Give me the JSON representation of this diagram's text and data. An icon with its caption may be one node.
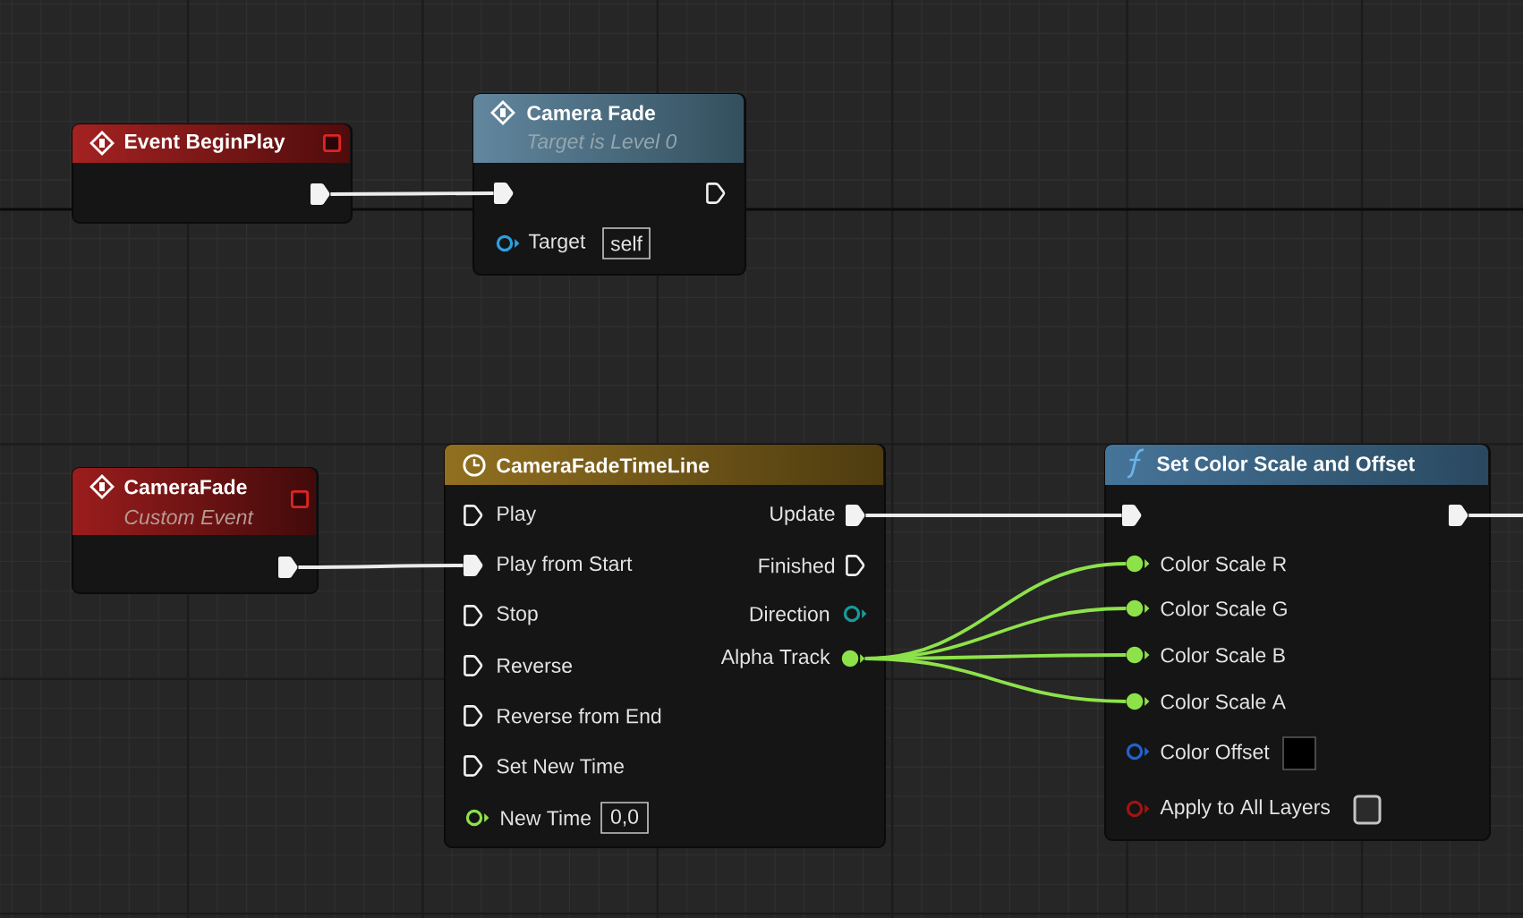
{
  "diagram": {
    "nodes": [
      {
        "text": [
          "Event BeginPlay"
        ]
      },
      {
        "text": [],
        "shape": "pentagon",
        "in": 0
      },
      {
        "text": [
          "Camera Fade",
          "Target is Level 0",
          "Target",
          "self"
        ]
      },
      {
        "text": [],
        "shape": "pentagon",
        "in": 2
      },
      {
        "text": [
          "CameraFade",
          "Custom Event"
        ]
      },
      {
        "text": [],
        "shape": "pentagon",
        "in": 4
      },
      {
        "text": [
          "CameraFadeTimeLine",
          "Play",
          "Finished",
          "Stop",
          "Direction",
          "Reverse",
          "Reverse from End",
          "Set New Time",
          "New Time",
          "0,0"
        ]
      },
      {
        "text": [
          "Update"
        ],
        "in": 6
      },
      {
        "text": [
          "Play from Start"
        ],
        "in": 6
      },
      {
        "text": [
          "Alpha Track"
        ],
        "in": 6
      },
      {
        "text": [
          "Set Color Scale and Offset",
          "Color Offset",
          "Apply to All Layers"
        ]
      },
      {
        "text": [],
        "shape": "pentagon",
        "in": 10
      },
      {
        "text": [],
        "shape": "pentagon",
        "in": 10
      },
      {
        "text": [
          "Color Scale R"
        ],
        "in": 10
      },
      {
        "text": [
          "Color Scale G"
        ],
        "in": 10
      },
      {
        "text": [
          "Color Scale B"
        ],
        "in": 10
      },
      {
        "text": [
          "Color Scale A"
        ],
        "in": 10
      }
    ],
    "edges": [
      {
        "from": 1,
        "to": 3,
        "arrow": "none"
      },
      {
        "from": 5,
        "to": 8,
        "arrow": "none"
      },
      {
        "from": 7,
        "to": 11,
        "arrow": "none"
      },
      {
        "from": 12,
        "to": null,
        "arrow": "none"
      },
      {
        "from": 9,
        "to": 13,
        "arrow": "none",
        "color": "#8de24a"
      },
      {
        "from": 9,
        "to": 14,
        "arrow": "none",
        "color": "#8de24a"
      },
      {
        "from": 9,
        "to": 15,
        "arrow": "none",
        "color": "#8de24a"
      },
      {
        "from": 9,
        "to": 16,
        "arrow": "none",
        "color": "#8de24a"
      }
    ]
  }
}
